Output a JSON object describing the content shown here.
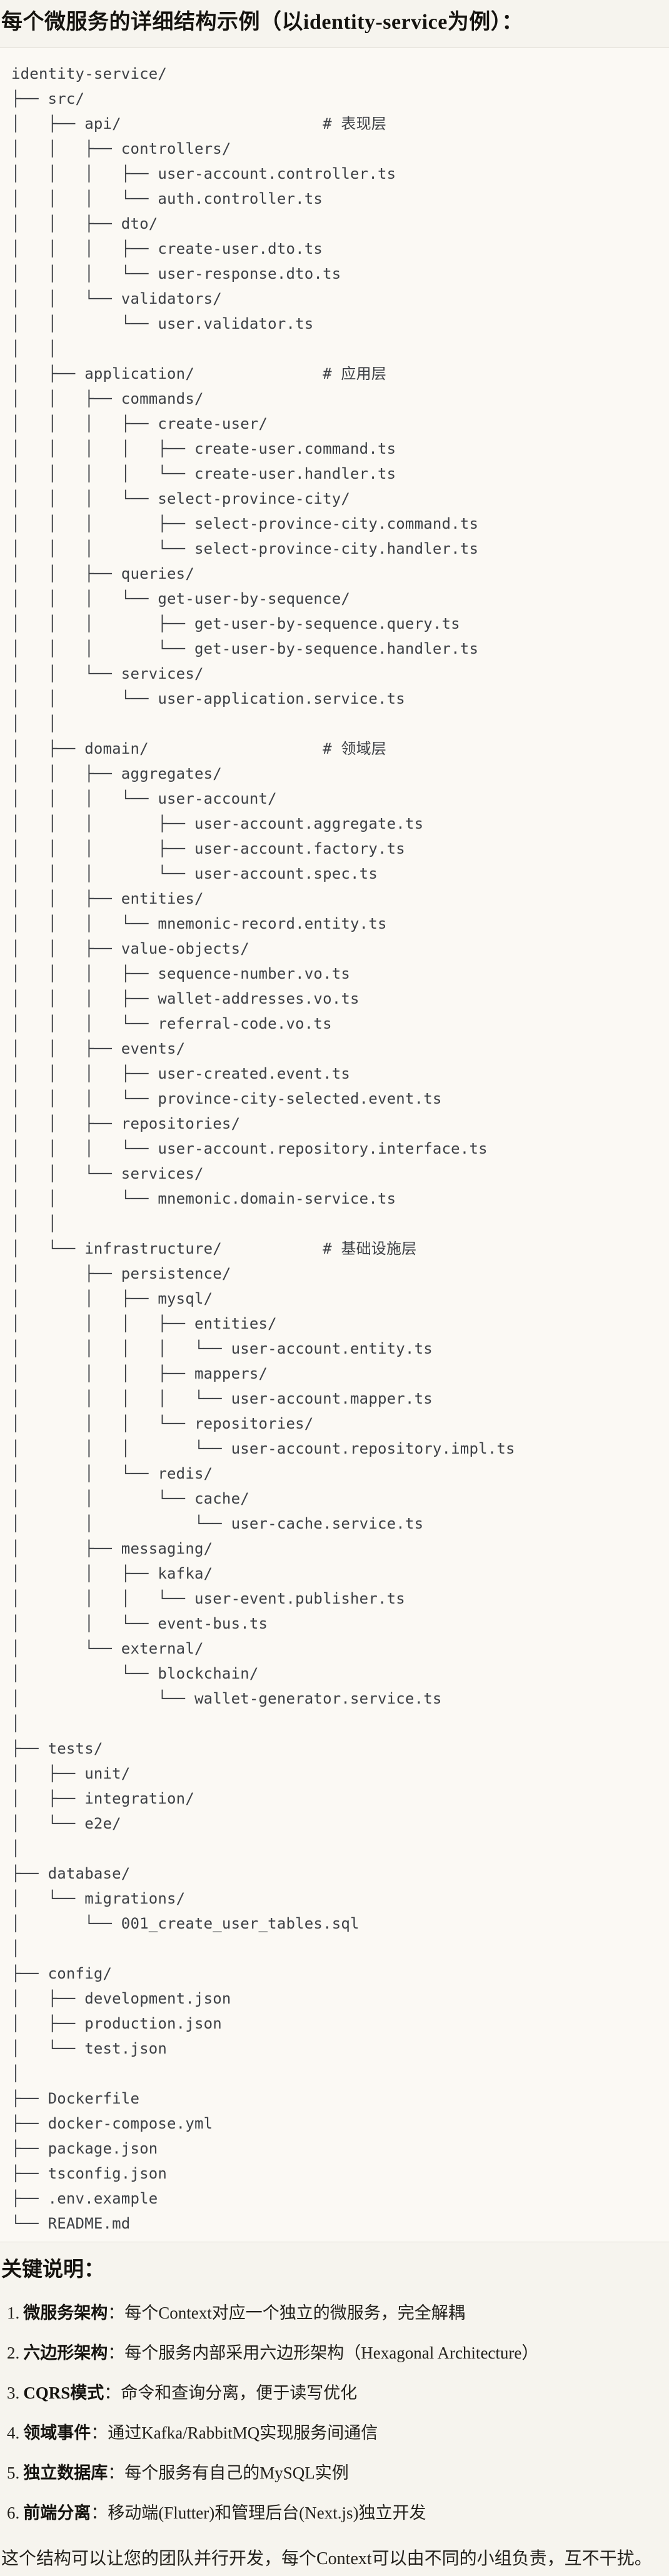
{
  "colors": {
    "page_bg": "#f6f4ee",
    "code_bg": "#fbf9f4",
    "divider": "#dfdcd4",
    "title_text": "#15130f",
    "tree_text": "#3d4045",
    "body_text": "#23211c"
  },
  "header": {
    "title": "每个微服务的详细结构示例（以identity-service为例）："
  },
  "tree": {
    "lines": [
      "identity-service/",
      "├── src/",
      "│   ├── api/                      # 表现层",
      "│   │   ├── controllers/",
      "│   │   │   ├── user-account.controller.ts",
      "│   │   │   └── auth.controller.ts",
      "│   │   ├── dto/",
      "│   │   │   ├── create-user.dto.ts",
      "│   │   │   └── user-response.dto.ts",
      "│   │   └── validators/",
      "│   │       └── user.validator.ts",
      "│   │",
      "│   ├── application/              # 应用层",
      "│   │   ├── commands/",
      "│   │   │   ├── create-user/",
      "│   │   │   │   ├── create-user.command.ts",
      "│   │   │   │   └── create-user.handler.ts",
      "│   │   │   └── select-province-city/",
      "│   │   │       ├── select-province-city.command.ts",
      "│   │   │       └── select-province-city.handler.ts",
      "│   │   ├── queries/",
      "│   │   │   └── get-user-by-sequence/",
      "│   │   │       ├── get-user-by-sequence.query.ts",
      "│   │   │       └── get-user-by-sequence.handler.ts",
      "│   │   └── services/",
      "│   │       └── user-application.service.ts",
      "│   │",
      "│   ├── domain/                   # 领域层",
      "│   │   ├── aggregates/",
      "│   │   │   └── user-account/",
      "│   │   │       ├── user-account.aggregate.ts",
      "│   │   │       ├── user-account.factory.ts",
      "│   │   │       └── user-account.spec.ts",
      "│   │   ├── entities/",
      "│   │   │   └── mnemonic-record.entity.ts",
      "│   │   ├── value-objects/",
      "│   │   │   ├── sequence-number.vo.ts",
      "│   │   │   ├── wallet-addresses.vo.ts",
      "│   │   │   └── referral-code.vo.ts",
      "│   │   ├── events/",
      "│   │   │   ├── user-created.event.ts",
      "│   │   │   └── province-city-selected.event.ts",
      "│   │   ├── repositories/",
      "│   │   │   └── user-account.repository.interface.ts",
      "│   │   └── services/",
      "│   │       └── mnemonic.domain-service.ts",
      "│   │",
      "│   └── infrastructure/           # 基础设施层",
      "│       ├── persistence/",
      "│       │   ├── mysql/",
      "│       │   │   ├── entities/",
      "│       │   │   │   └── user-account.entity.ts",
      "│       │   │   ├── mappers/",
      "│       │   │   │   └── user-account.mapper.ts",
      "│       │   │   └── repositories/",
      "│       │   │       └── user-account.repository.impl.ts",
      "│       │   └── redis/",
      "│       │       └── cache/",
      "│       │           └── user-cache.service.ts",
      "│       ├── messaging/",
      "│       │   ├── kafka/",
      "│       │   │   └── user-event.publisher.ts",
      "│       │   └── event-bus.ts",
      "│       └── external/",
      "│           └── blockchain/",
      "│               └── wallet-generator.service.ts",
      "│",
      "├── tests/",
      "│   ├── unit/",
      "│   ├── integration/",
      "│   └── e2e/",
      "│",
      "├── database/",
      "│   └── migrations/",
      "│       └── 001_create_user_tables.sql",
      "│",
      "├── config/",
      "│   ├── development.json",
      "│   ├── production.json",
      "│   └── test.json",
      "│",
      "├── Dockerfile",
      "├── docker-compose.yml",
      "├── package.json",
      "├── tsconfig.json",
      "├── .env.example",
      "└── README.md"
    ]
  },
  "notes": {
    "heading": "关键说明：",
    "items": [
      {
        "num": "1.",
        "label": "微服务架构",
        "text": "：每个Context对应一个独立的微服务，完全解耦"
      },
      {
        "num": "2.",
        "label": "六边形架构",
        "text": "：每个服务内部采用六边形架构（Hexagonal Architecture）"
      },
      {
        "num": "3.",
        "label": "CQRS模式",
        "text": "：命令和查询分离，便于读写优化"
      },
      {
        "num": "4.",
        "label": "领域事件",
        "text": "：通过Kafka/RabbitMQ实现服务间通信"
      },
      {
        "num": "5.",
        "label": "独立数据库",
        "text": "：每个服务有自己的MySQL实例"
      },
      {
        "num": "6.",
        "label": "前端分离",
        "text": "：移动端(Flutter)和管理后台(Next.js)独立开发"
      }
    ],
    "footer": "这个结构可以让您的团队并行开发，每个Context可以由不同的小组负责，互不干扰。"
  }
}
